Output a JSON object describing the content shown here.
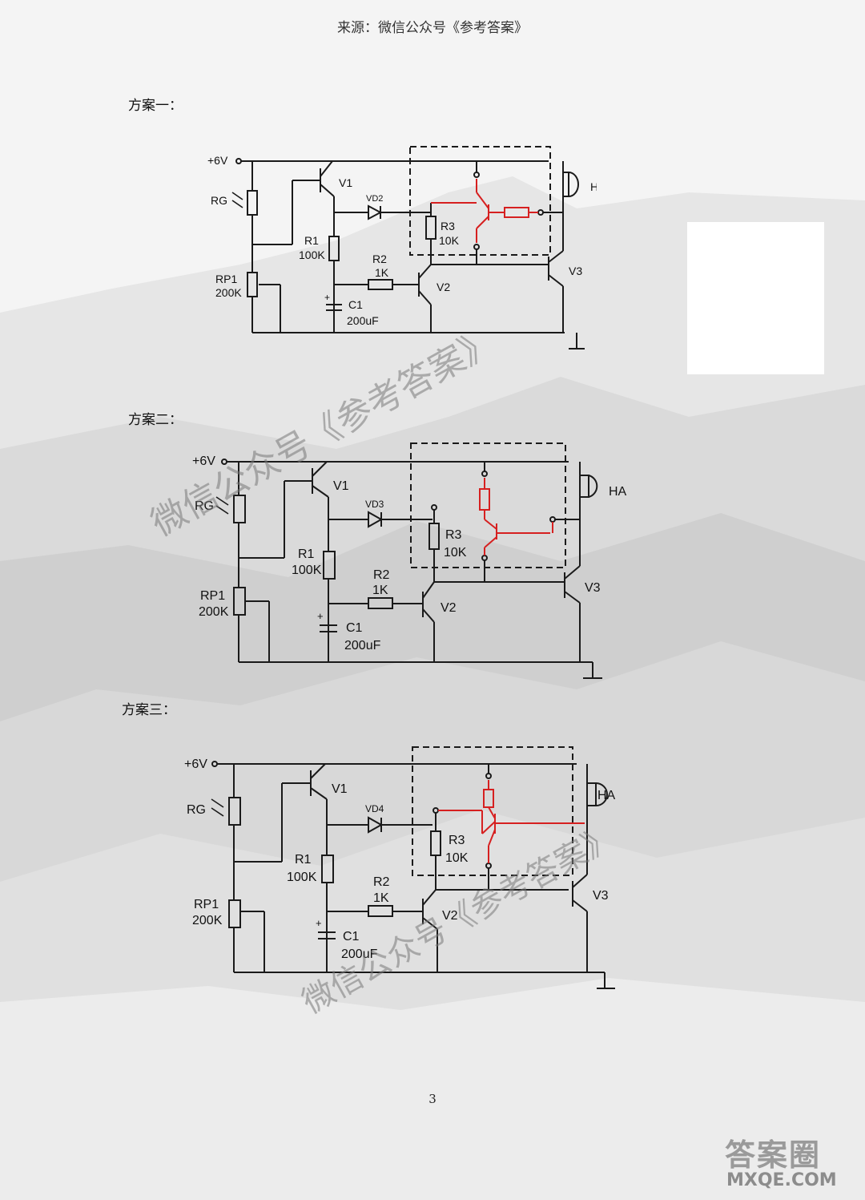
{
  "header": "来源：微信公众号《参考答案》",
  "plans": [
    {
      "label": "方案一：",
      "vd": "VD2"
    },
    {
      "label": "方案二：",
      "vd": "VD3"
    },
    {
      "label": "方案三：",
      "vd": "VD4"
    }
  ],
  "labels": {
    "vplus": "+6V",
    "rg": "RG",
    "v1": "V1",
    "v2": "V2",
    "v3": "V3",
    "ha": "HA",
    "r1": "R1",
    "r1v": "100K",
    "r2": "R2",
    "r2v": "1K",
    "r3": "R3",
    "r3v": "10K",
    "rp1": "RP1",
    "rp1v": "200K",
    "c1": "C1",
    "c1v": "200uF",
    "cplus": "+"
  },
  "watermarks": [
    "微信公众号《参考答案》",
    "微信公众号《参考答案》"
  ],
  "page_number": "3",
  "logo": {
    "top": "答案圈",
    "bottom": "MXQE.COM"
  },
  "colors": {
    "highlight": "#d62020",
    "wire": "#1a1a1a"
  }
}
